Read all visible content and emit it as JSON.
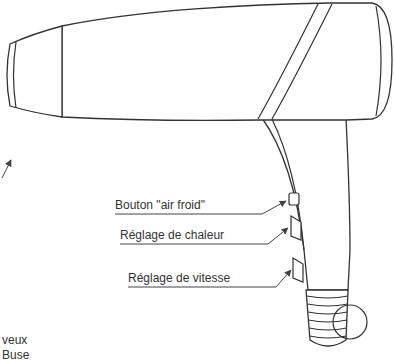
{
  "diagram": {
    "labels": [
      "Bouton \"air froid\"",
      "Réglage de chaleur",
      "Réglage de vitesse",
      "veux",
      "Buse"
    ]
  }
}
